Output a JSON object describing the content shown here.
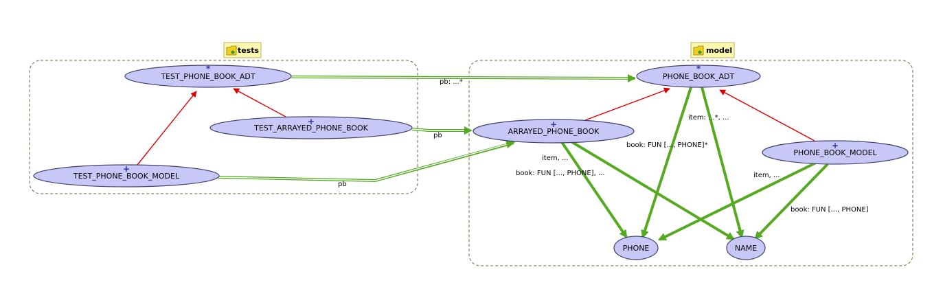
{
  "clusters": {
    "tests": {
      "label": "tests",
      "icon": "folder-icon"
    },
    "model": {
      "label": "model",
      "icon": "folder-icon"
    }
  },
  "nodes": {
    "test_phone_book_adt": {
      "label": "TEST_PHONE_BOOK_ADT",
      "mark": "*"
    },
    "test_arrayed_phone_book": {
      "label": "TEST_ARRAYED_PHONE_BOOK",
      "mark": "+"
    },
    "test_phone_book_model": {
      "label": "TEST_PHONE_BOOK_MODEL",
      "mark": "+"
    },
    "phone_book_adt": {
      "label": "PHONE_BOOK_ADT",
      "mark": "*"
    },
    "arrayed_phone_book": {
      "label": "ARRAYED_PHONE_BOOK",
      "mark": "+"
    },
    "phone_book_model": {
      "label": "PHONE_BOOK_MODEL",
      "mark": "+"
    },
    "phone": {
      "label": "PHONE"
    },
    "name": {
      "label": "NAME"
    }
  },
  "edge_labels": {
    "tpba_to_pba": "pb: ...*",
    "tapb_to_apb": "pb",
    "tpbm_to_apb": "pb",
    "item_adt": "item: ...*, ...",
    "book_adt": "book: FUN [..., PHONE]*",
    "item_apb": "item, ...",
    "book_apb": "book: FUN [..., PHONE], ...",
    "item_model": "item, ...",
    "book_model": "book: FUN [..., PHONE]"
  },
  "colors": {
    "inheritance": "#dd0000",
    "client": "#55aa22",
    "node_fill": "#c8c8f8",
    "cluster_tab": "#fff9b0"
  }
}
